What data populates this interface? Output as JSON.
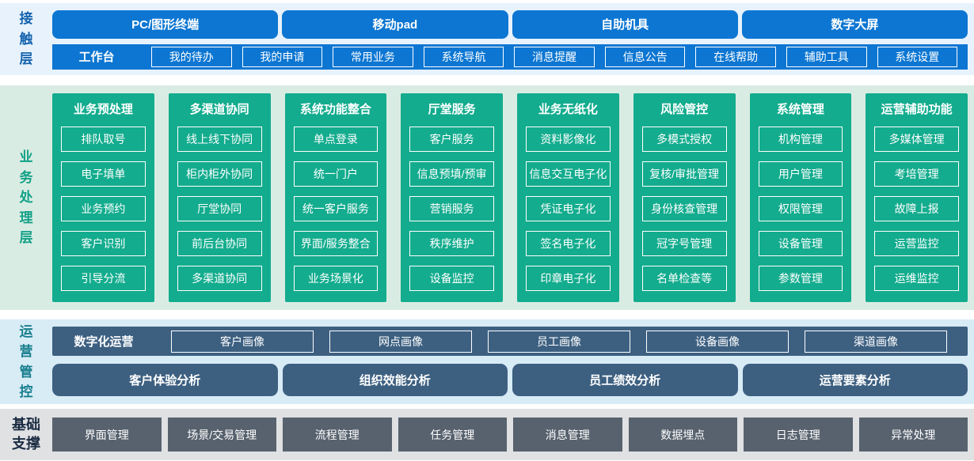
{
  "colors": {
    "channel_blue": "#0c76d2",
    "contact_band": "#e7f2fc",
    "module_green": "#13ac8e",
    "business_band": "#d9ece3",
    "ops_slate": "#3d6081",
    "ops_band": "#d8ecf6",
    "foundation_gray": "#57626e",
    "foundation_band": "#e0e1e3"
  },
  "contact_layer": {
    "label": "接触层",
    "channels": [
      "PC/图形终端",
      "移动pad",
      "自助机具",
      "数字大屏"
    ],
    "workbench": {
      "label": "工作台",
      "items": [
        "我的待办",
        "我的申请",
        "常用业务",
        "系统导航",
        "消息提醒",
        "信息公告",
        "在线帮助",
        "辅助工具",
        "系统设置"
      ]
    }
  },
  "business_layer": {
    "label": "业务处理层",
    "columns": [
      {
        "title": "业务预处理",
        "items": [
          "排队取号",
          "电子填单",
          "业务预约",
          "客户识别",
          "引导分流"
        ]
      },
      {
        "title": "多渠道协同",
        "items": [
          "线上线下协同",
          "柜内柜外协同",
          "厅堂协同",
          "前后台协同",
          "多渠道协同"
        ]
      },
      {
        "title": "系统功能整合",
        "items": [
          "单点登录",
          "统一门户",
          "统一客户服务",
          "界面/服务整合",
          "业务场景化"
        ]
      },
      {
        "title": "厅堂服务",
        "items": [
          "客户服务",
          "信息预填/预审",
          "营销服务",
          "秩序维护",
          "设备监控"
        ]
      },
      {
        "title": "业务无纸化",
        "items": [
          "资料影像化",
          "信息交互电子化",
          "凭证电子化",
          "签名电子化",
          "印章电子化"
        ]
      },
      {
        "title": "风险管控",
        "items": [
          "多模式授权",
          "复核/审批管理",
          "身份核查管理",
          "冠字号管理",
          "名单检查等"
        ]
      },
      {
        "title": "系统管理",
        "items": [
          "机构管理",
          "用户管理",
          "权限管理",
          "设备管理",
          "参数管理"
        ]
      },
      {
        "title": "运营辅助功能",
        "items": [
          "多媒体管理",
          "考培管理",
          "故障上报",
          "运营监控",
          "运维监控"
        ]
      }
    ]
  },
  "operation_layer": {
    "label": "运营管控",
    "digital_ops": {
      "label": "数字化运营",
      "items": [
        "客户画像",
        "网点画像",
        "员工画像",
        "设备画像",
        "渠道画像"
      ]
    },
    "analysis": [
      "客户体验分析",
      "组织效能分析",
      "员工绩效分析",
      "运营要素分析"
    ]
  },
  "foundation_layer": {
    "label": "基础支撑",
    "items": [
      "界面管理",
      "场景/交易管理",
      "流程管理",
      "任务管理",
      "消息管理",
      "数据埋点",
      "日志管理",
      "异常处理"
    ]
  }
}
